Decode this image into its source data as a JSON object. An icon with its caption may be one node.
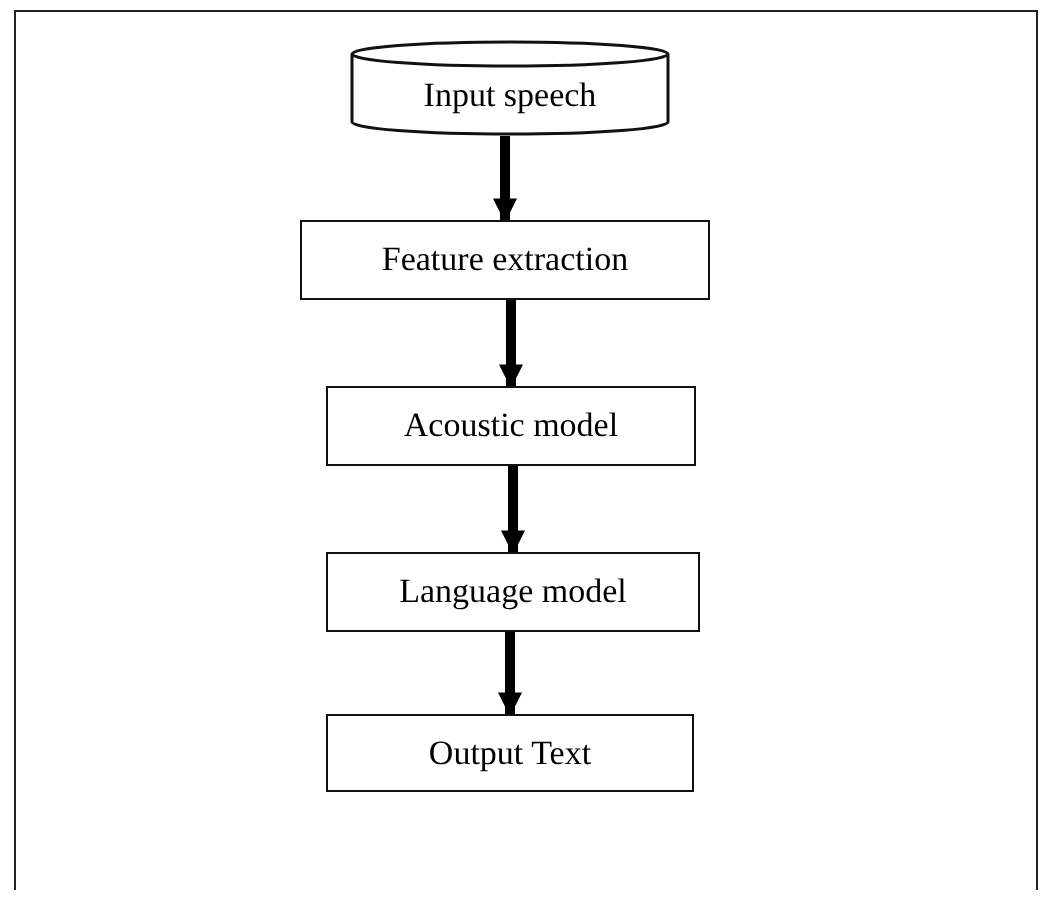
{
  "diagram": {
    "nodes": [
      {
        "text": [
          "Input speech"
        ]
      },
      {
        "text": [
          "Feature extraction"
        ]
      },
      {
        "text": [
          "Acoustic model"
        ]
      },
      {
        "text": [
          "Language model"
        ]
      },
      {
        "text": [
          "Output Text"
        ]
      }
    ],
    "edges": [
      {
        "from": 0,
        "to": 1,
        "arrow": "to"
      },
      {
        "from": 1,
        "to": 2,
        "arrow": "to"
      },
      {
        "from": 2,
        "to": 3,
        "arrow": "to"
      },
      {
        "from": 3,
        "to": 4,
        "arrow": "to"
      }
    ]
  }
}
